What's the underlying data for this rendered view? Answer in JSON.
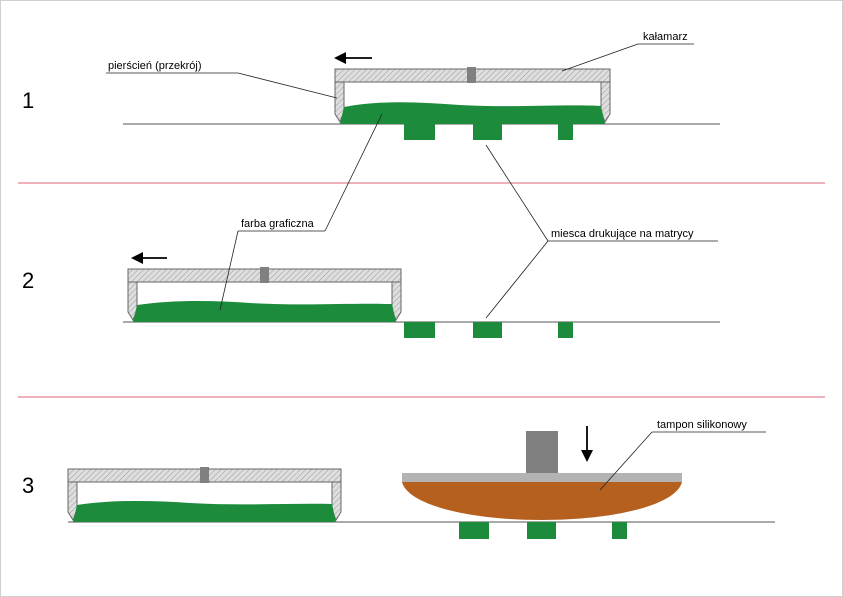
{
  "steps": [
    "1",
    "2",
    "3"
  ],
  "labels": {
    "ring": "pierścień (przekrój)",
    "inkwell": "kałamarz",
    "ink": "farba graficzna",
    "cells": "miesca drukujące na matrycy",
    "pad": "tampon silikonowy"
  },
  "colors": {
    "ink": "#1c8c3c",
    "pad": "#b5601f",
    "separator": "#e3828f",
    "cover": "#d4d4d4"
  }
}
